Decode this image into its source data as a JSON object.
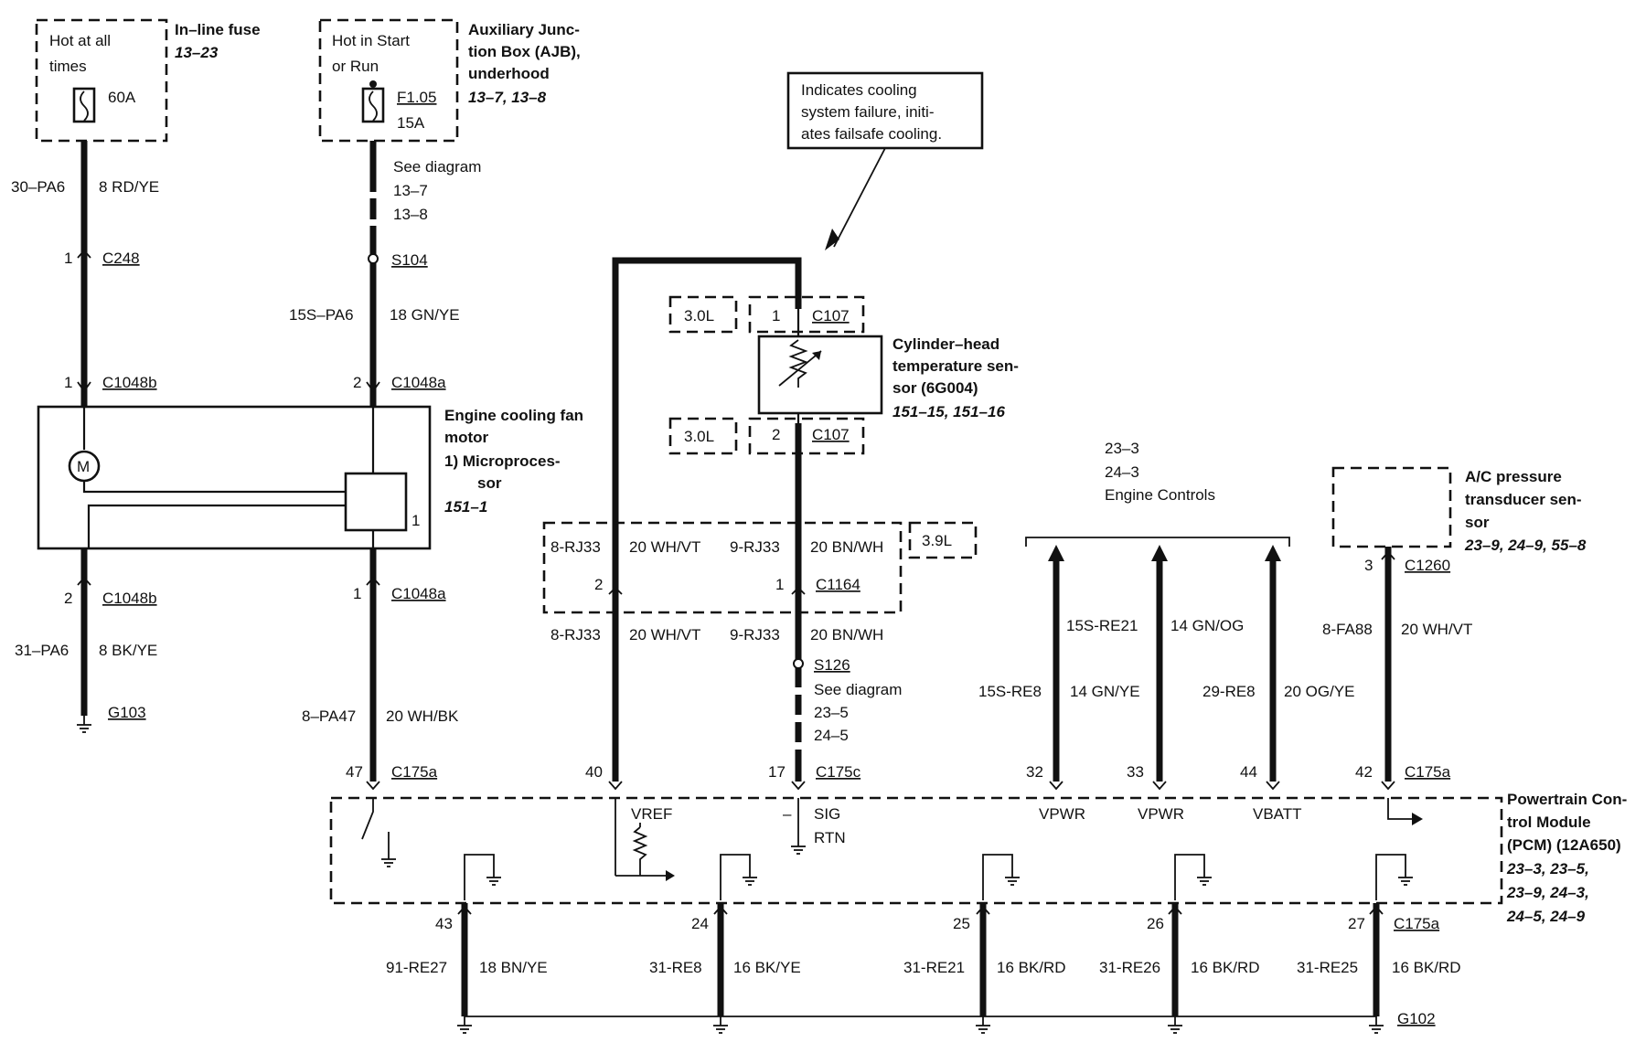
{
  "fuses": {
    "inline": {
      "box_text_1": "Hot at all",
      "box_text_2": "times",
      "rating": "60A",
      "title": "In–line fuse",
      "ref": "13–23"
    },
    "ajb": {
      "box_text_1": "Hot in Start",
      "box_text_2": "or Run",
      "fuse_id": "F1.05",
      "rating": "15A",
      "title_1": "Auxiliary Junc-",
      "title_2": "tion Box (AJB),",
      "title_3": "underhood",
      "ref": "13–7, 13–8"
    }
  },
  "left_circuit": {
    "circuit_1": "30–PA6",
    "wire_1": "8 RD/YE",
    "pin_c248": "1",
    "c248": "C248",
    "pin_c1048b_top": "1",
    "c1048b_top": "C1048b",
    "pin_c1048b_bot": "2",
    "c1048b_bot": "C1048b",
    "circuit_2": "31–PA6",
    "wire_2": "8 BK/YE",
    "ground": "G103"
  },
  "second_circuit": {
    "see_1": "See diagram",
    "see_2": "13–7",
    "see_3": "13–8",
    "splice": "S104",
    "circuit_1": "15S–PA6",
    "wire_1": "18 GN/YE",
    "pin_c1048a_top": "2",
    "c1048a_top": "C1048a",
    "pin_c1048a_bot": "1",
    "c1048a_bot": "C1048a",
    "circuit_2": "8–PA47",
    "wire_2": "20 WH/BK",
    "pin_c175a": "47",
    "c175a": "C175a"
  },
  "fan_motor": {
    "title_1": "Engine cooling fan",
    "title_2": "motor",
    "item_1": "1)   Microproces-",
    "item_2": "sor",
    "ref": "151–1",
    "motor_symbol": "M",
    "proc_pin": "1"
  },
  "callout": {
    "line_1": "Indicates cooling",
    "line_2": "system failure, initi-",
    "line_3": "ates failsafe cooling."
  },
  "cht_sensor": {
    "engine_1": "3.0L",
    "pin_1": "1",
    "conn_1": "C107",
    "engine_2": "3.0L",
    "pin_2": "2",
    "conn_2": "C107",
    "title_1": "Cylinder–head",
    "title_2": "temperature sen-",
    "title_3": "sor (6G004)",
    "ref": "151–15, 151–16"
  },
  "c1164": {
    "circuit_a": "8-RJ33",
    "wire_a": "20 WH/VT",
    "circuit_b": "9-RJ33",
    "wire_b": "20 BN/WH",
    "engine": "3.9L",
    "pin_a": "2",
    "pin_b": "1",
    "conn": "C1164",
    "circuit_a2": "8-RJ33",
    "wire_a2": "20 WH/VT",
    "circuit_b2": "9-RJ33",
    "wire_b2": "20 BN/WH",
    "splice": "S126",
    "see_1": "See diagram",
    "see_2": "23–5",
    "see_3": "24–5",
    "pin_40": "40",
    "pin_17": "17",
    "c175c": "C175c"
  },
  "engine_controls": {
    "ref_1": "23–3",
    "ref_2": "24–3",
    "label": "Engine Controls",
    "c15s_re21": "15S-RE21",
    "w14gnog": "14 GN/OG",
    "c15s_re8": "15S-RE8",
    "w14gnye": "14 GN/YE",
    "c29re8": "29-RE8",
    "w20ogye": "20 OG/YE",
    "pin_32": "32",
    "pin_33": "33",
    "pin_44": "44"
  },
  "ac_sensor": {
    "title_1": "A/C pressure",
    "title_2": "transducer sen-",
    "title_3": "sor",
    "ref": "23–9, 24–9, 55–8",
    "pin": "3",
    "conn": "C1260",
    "circuit": "8-FA88",
    "wire": "20 WH/VT",
    "pin_42": "42",
    "c175a": "C175a"
  },
  "pcm": {
    "title_1": "Powertrain Con-",
    "title_2": "trol Module",
    "title_3": "(PCM) (12A650)",
    "ref_1": "23–3, 23–5,",
    "ref_2": "23–9, 24–3,",
    "ref_3": "24–5, 24–9",
    "vref": "VREF",
    "sig_dash": "–",
    "sig": "SIG",
    "rtn": "RTN",
    "vpwr_1": "VPWR",
    "vpwr_2": "VPWR",
    "vbatt": "VBATT"
  },
  "grounds": {
    "pin_43": "43",
    "pin_24": "24",
    "pin_25": "25",
    "pin_26": "26",
    "pin_27": "27",
    "c175a": "C175a",
    "c91re27": "91-RE27",
    "w18bnye": "18 BN/YE",
    "c31re8": "31-RE8",
    "w16bkye": "16 BK/YE",
    "c31re21": "31-RE21",
    "w16bkrd_1": "16 BK/RD",
    "c31re26": "31-RE26",
    "w16bkrd_2": "16 BK/RD",
    "c31re25": "31-RE25",
    "w16bkrd_3": "16 BK/RD",
    "ground": "G102"
  }
}
